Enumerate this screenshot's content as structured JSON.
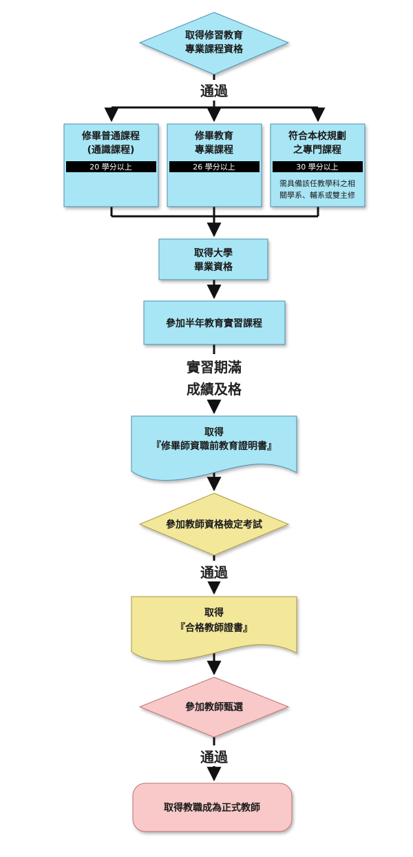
{
  "colors": {
    "blue_fill": "#a9e6f5",
    "blue_stroke": "#4a8fb0",
    "yellow_fill": "#f3e79a",
    "yellow_stroke": "#a99a3c",
    "pink_fill": "#f9c9c9",
    "pink_stroke": "#c07070",
    "line": "#111111",
    "bar": "#000000"
  },
  "nodes": {
    "start": {
      "line1": "取得修習教育",
      "line2": "專業課程資格"
    },
    "pass1": "通過",
    "course_general": {
      "line1": "修畢普通課程",
      "line2": "(通識課程)",
      "credits": "20 學分以上"
    },
    "course_education": {
      "line1": "修畢教育",
      "line2": "專業課程",
      "credits": "26 學分以上"
    },
    "course_specialty": {
      "line1": "符合本校規劃",
      "line2": "之專門課程",
      "credits": "30 學分以上",
      "note1": "需具備該任教學科之相",
      "note2": "關學系、輔系或雙主修"
    },
    "degree": {
      "line1": "取得大學",
      "line2": "畢業資格"
    },
    "internship": "參加半年教育實習課程",
    "internship_done": {
      "line1": "實習期滿",
      "line2": "成績及格"
    },
    "certificate_pre": {
      "line1": "取得",
      "line2": "『修畢師資職前教育證明書』"
    },
    "exam": "參加教師資格檢定考試",
    "pass2": "通過",
    "certificate": {
      "line1": "取得",
      "line2": "『合格教師證書』"
    },
    "selection": "參加教師甄選",
    "pass3": "通過",
    "final": "取得教職成為正式教師"
  }
}
